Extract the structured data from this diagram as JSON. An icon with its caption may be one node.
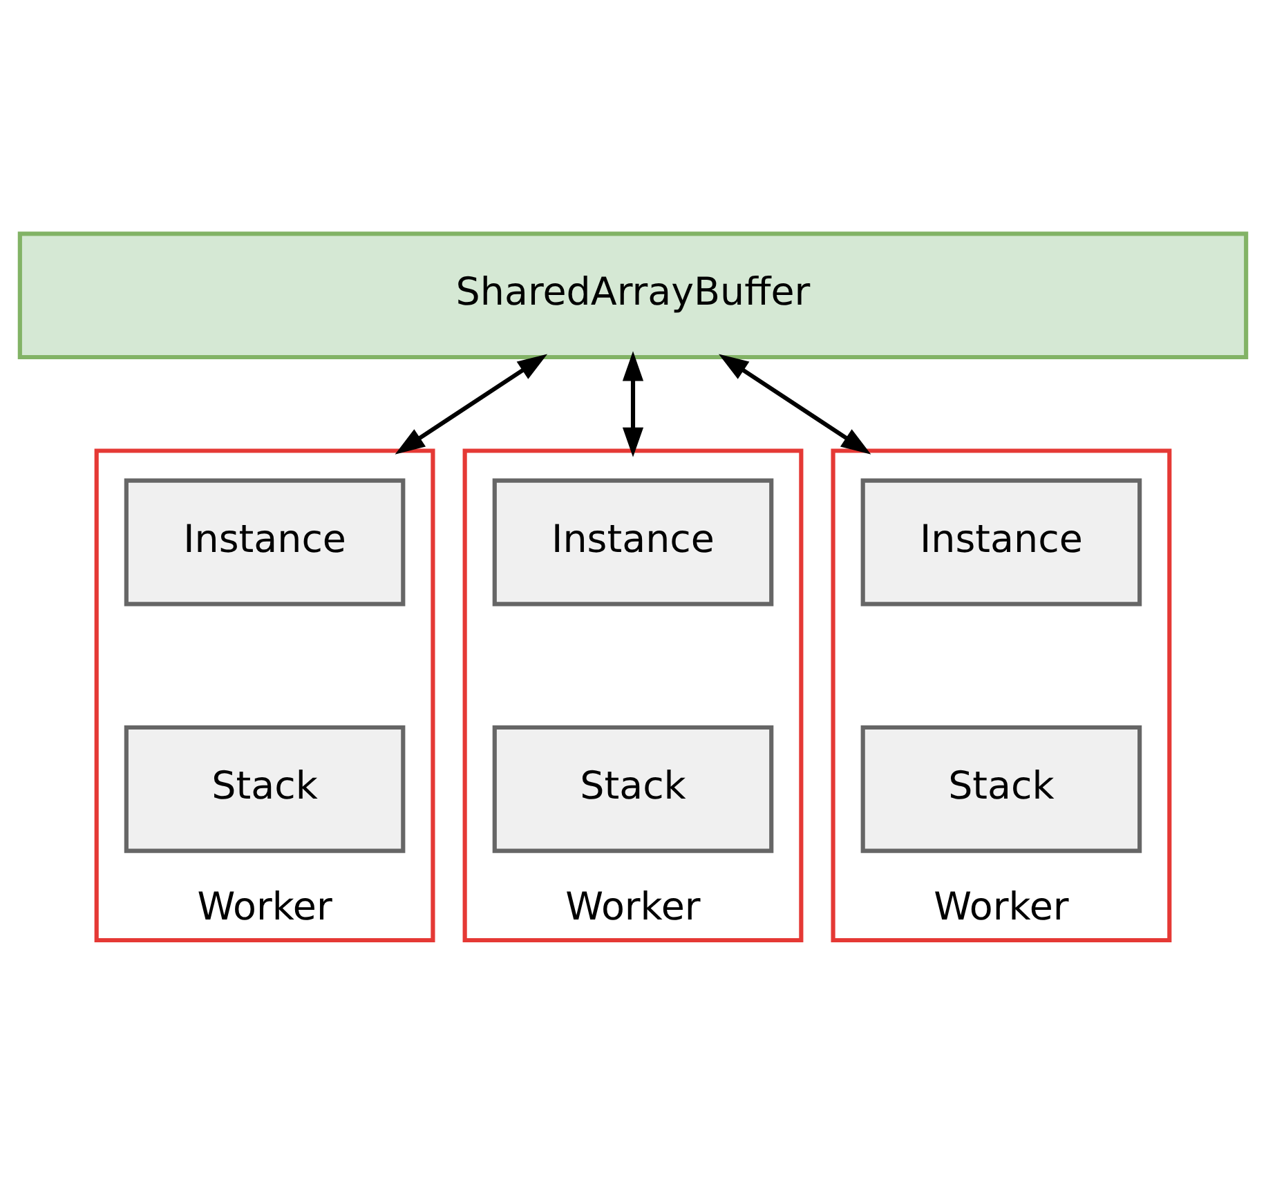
{
  "diagram": {
    "nodes": [
      {
        "text": [
          "SharedArrayBuffer"
        ]
      },
      {
        "text": [
          "Worker"
        ]
      },
      {
        "text": [
          "Instance"
        ],
        "in": 1
      },
      {
        "text": [
          "Stack"
        ],
        "in": 1
      },
      {
        "text": [
          "Worker"
        ]
      },
      {
        "text": [
          "Instance"
        ],
        "in": 4
      },
      {
        "text": [
          "Stack"
        ],
        "in": 4
      },
      {
        "text": [
          "Worker"
        ]
      },
      {
        "text": [
          "Instance"
        ],
        "in": 7
      },
      {
        "text": [
          "Stack"
        ],
        "in": 7
      }
    ],
    "edges": [
      {
        "from": 0,
        "to": 1,
        "arrow": "both"
      },
      {
        "from": 0,
        "to": 4,
        "arrow": "both"
      },
      {
        "from": 0,
        "to": 7,
        "arrow": "both"
      }
    ]
  }
}
